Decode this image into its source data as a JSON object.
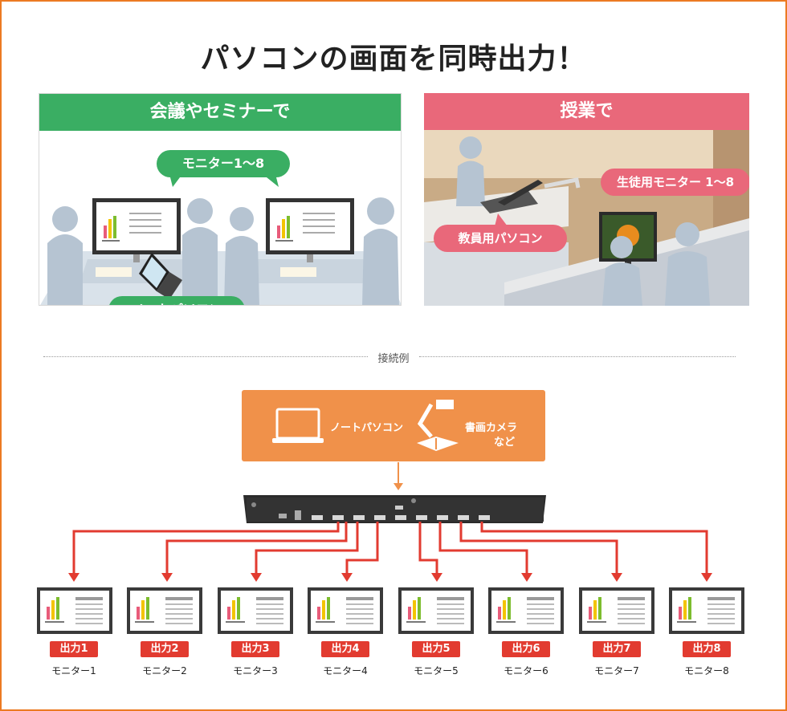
{
  "title": "パソコンの画面を同時出力！",
  "left_panel": {
    "heading": "会議やセミナーで",
    "monitor_bubble": "モニター1～8",
    "laptop_bubble": "ノートパソコン"
  },
  "right_panel": {
    "heading": "授業で",
    "student_bubble": "生徒用モニター 1～8",
    "teacher_bubble": "教員用パソコン"
  },
  "connection_label": "接続例",
  "source": {
    "laptop_label": "ノートパソコン",
    "camera_label_line1": "書画カメラ",
    "camera_label_line2": "など"
  },
  "outputs": [
    {
      "label": "出力1",
      "caption": "モニター1"
    },
    {
      "label": "出力2",
      "caption": "モニター2"
    },
    {
      "label": "出力3",
      "caption": "モニター3"
    },
    {
      "label": "出力4",
      "caption": "モニター4"
    },
    {
      "label": "出力5",
      "caption": "モニター5"
    },
    {
      "label": "出力6",
      "caption": "モニター6"
    },
    {
      "label": "出力7",
      "caption": "モニター7"
    },
    {
      "label": "出力8",
      "caption": "モニター8"
    }
  ],
  "colors": {
    "frame": "#ec7a22",
    "green": "#3aae63",
    "pink": "#e9687a",
    "source_box": "#f0914a",
    "output_red": "#e23b30"
  },
  "icons": [
    "laptop-icon",
    "document-camera-icon",
    "splitter-device-icon",
    "monitor-icon"
  ]
}
